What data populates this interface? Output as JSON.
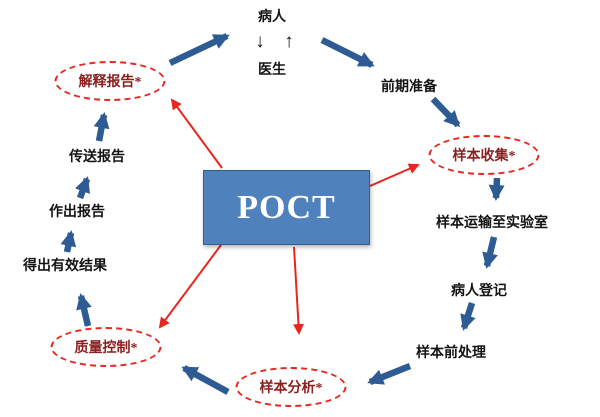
{
  "diagram": {
    "center_label": "POCT",
    "nodes": {
      "patient": "病人",
      "doctor": "医生",
      "preparation": "前期准备",
      "sample_collection": "样本收集*",
      "transport": "样本运输至实验室",
      "registration": "病人登记",
      "pretreatment": "样本前处理",
      "analysis": "样本分析*",
      "quality_control": "质量控制*",
      "valid_results": "得出有效结果",
      "make_report": "作出报告",
      "send_report": "传送报告",
      "interpret_report": "解释报告*"
    },
    "exchange_icons": {
      "down": "↓",
      "up": "↑"
    },
    "exchange": {
      "between": [
        "patient",
        "doctor"
      ],
      "type": "bidirectional"
    },
    "flow": [
      {
        "from": "doctor",
        "to": "preparation"
      },
      {
        "from": "preparation",
        "to": "sample_collection"
      },
      {
        "from": "sample_collection",
        "to": "transport"
      },
      {
        "from": "transport",
        "to": "registration"
      },
      {
        "from": "registration",
        "to": "pretreatment"
      },
      {
        "from": "pretreatment",
        "to": "analysis"
      },
      {
        "from": "analysis",
        "to": "quality_control"
      },
      {
        "from": "quality_control",
        "to": "valid_results"
      },
      {
        "from": "valid_results",
        "to": "make_report"
      },
      {
        "from": "make_report",
        "to": "send_report"
      },
      {
        "from": "send_report",
        "to": "interpret_report"
      },
      {
        "from": "interpret_report",
        "to": "patient"
      }
    ],
    "poct_links": [
      "interpret_report",
      "sample_collection",
      "quality_control",
      "analysis"
    ],
    "highlighted_nodes": [
      "interpret_report",
      "sample_collection",
      "quality_control",
      "analysis"
    ],
    "colors": {
      "box_fill": "#4f81bd",
      "box_border": "#365f91",
      "blue_arrow": "#2f5b94",
      "red": "#e8261f",
      "highlight_text": "#8b2020",
      "text": "#141414"
    }
  }
}
